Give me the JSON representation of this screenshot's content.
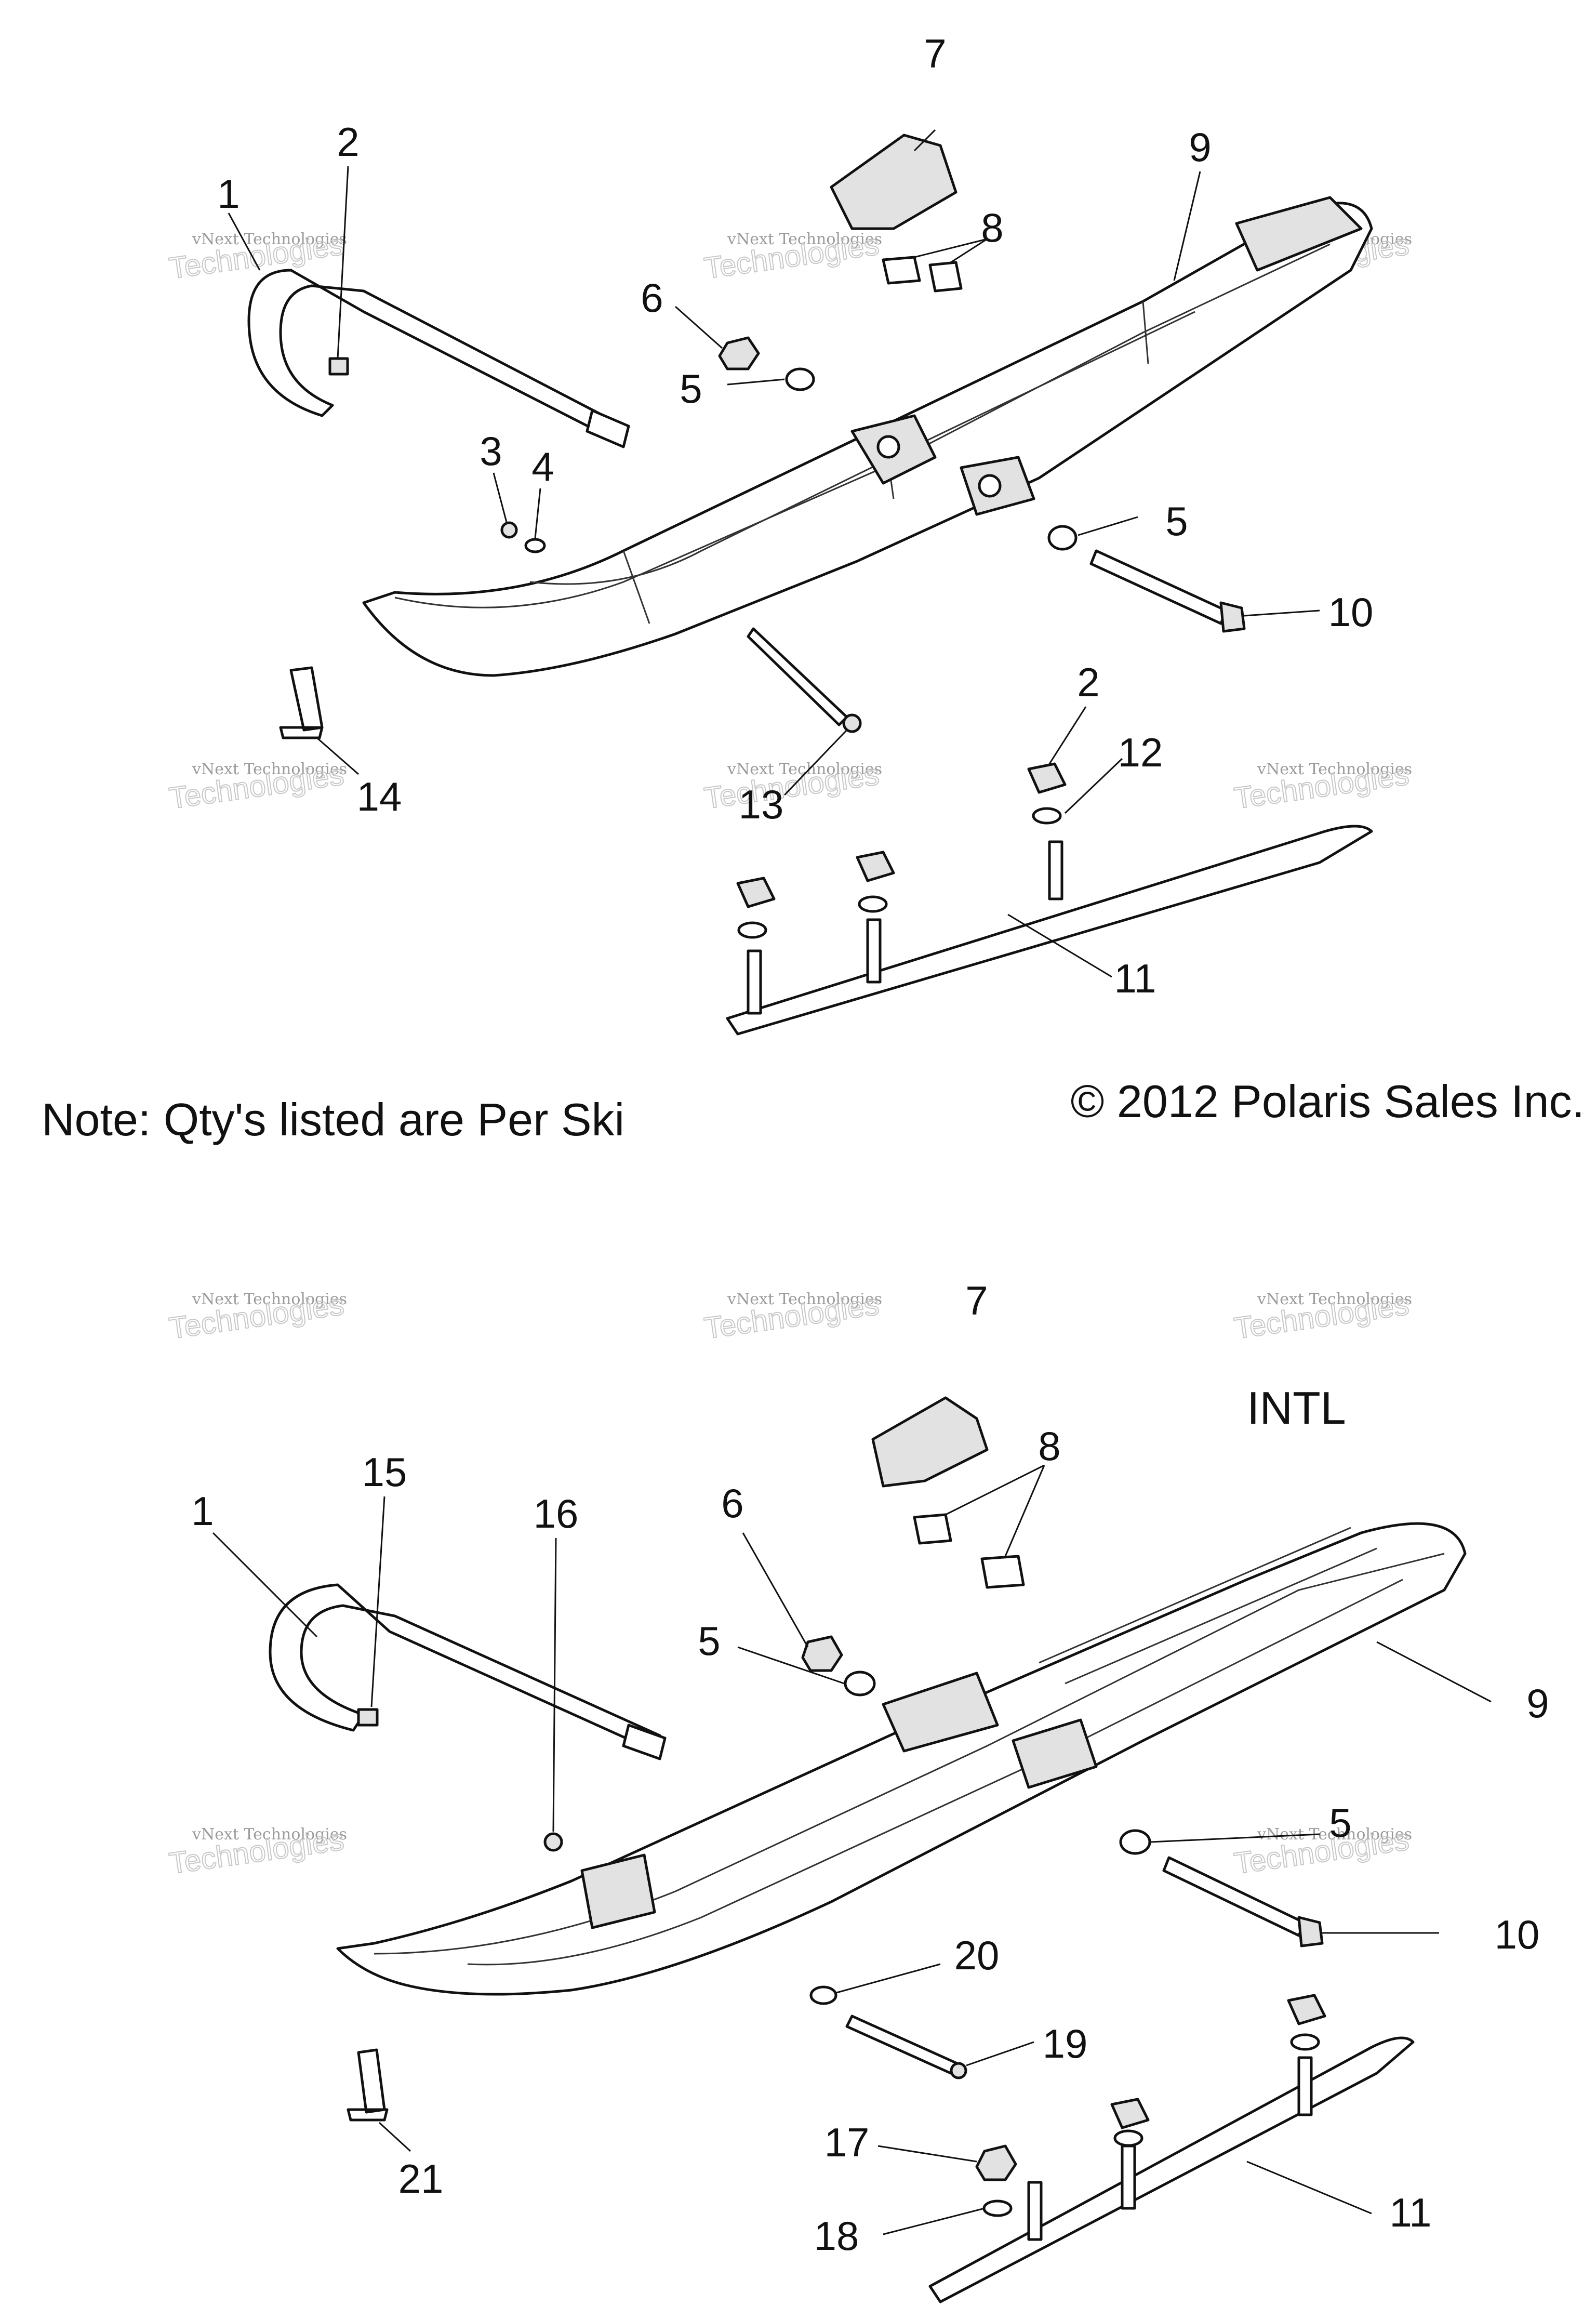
{
  "diagram": {
    "top_callouts": [
      "1",
      "2",
      "3",
      "4",
      "5",
      "5",
      "6",
      "7",
      "8",
      "9",
      "10",
      "2",
      "12",
      "13",
      "14",
      "11"
    ],
    "bottom_callouts": [
      "7",
      "8",
      "1",
      "15",
      "16",
      "6",
      "5",
      "9",
      "5",
      "10",
      "20",
      "19",
      "21",
      "17",
      "18",
      "11"
    ],
    "note": "Note: Qty's listed are Per Ski",
    "copyright": "© 2012 Polaris Sales Inc.",
    "intl_label": "INTL",
    "watermark_line1": "vNext Technologies",
    "watermark_line2": "Technologies"
  }
}
